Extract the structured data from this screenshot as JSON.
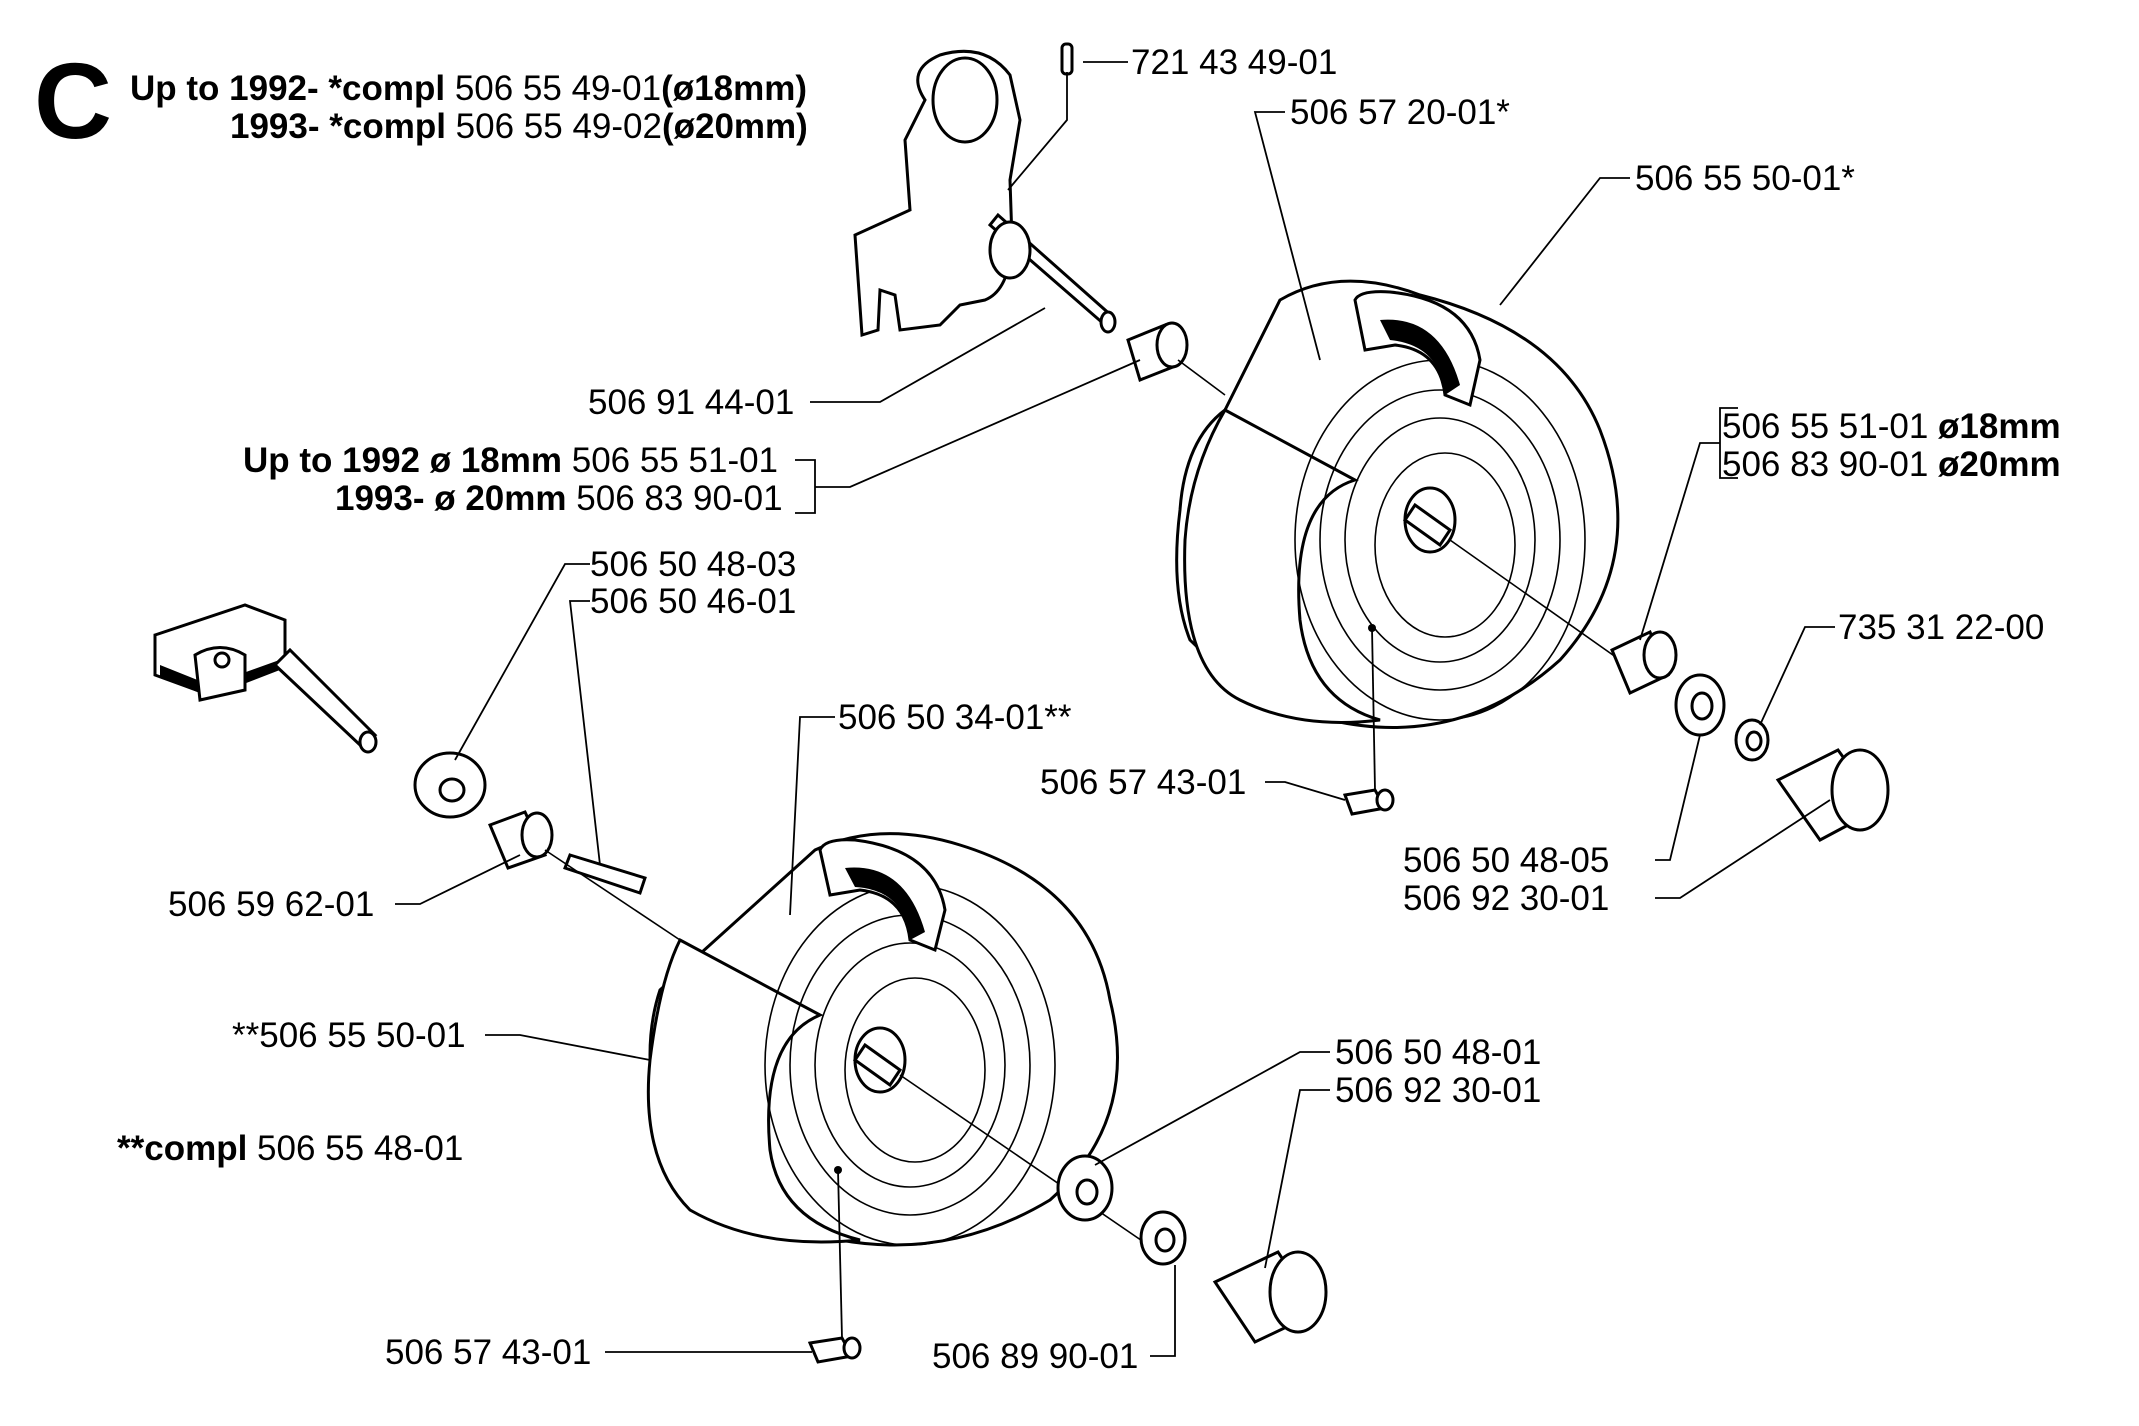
{
  "section_letter": "C",
  "header": {
    "line1": {
      "prefix": "Up to 1992- *compl",
      "part": "506 55 49-01",
      "suffix": "(ø18mm)"
    },
    "line2": {
      "prefix": "1993- *compl",
      "part": "506 55 49-02",
      "suffix": "(ø20mm)"
    }
  },
  "labels": {
    "p7214349": "721 43 49-01",
    "p5065720": "506 57 20-01*",
    "p5065550_star": "506 55 50-01*",
    "p5069144": "506 91 44-01",
    "bush_a_prefix": "Up to 1992 ø 18mm",
    "bush_a_part": "506 55 51-01",
    "bush_b_prefix": "1993- ø 20mm",
    "bush_b_part": "506 83 90-01",
    "right_bush_a_part": "506 55 51-01",
    "right_bush_a_size": "ø18mm",
    "right_bush_b_part": "506 83 90-01",
    "right_bush_b_size": "ø20mm",
    "p5065048_03": "506 50 48-03",
    "p5065046": "506 50 46-01",
    "p7353122": "735 31 22-00",
    "p5065034": "506 50 34-01**",
    "p5065743_upper": "506 57 43-01",
    "p5065048_05": "506 50 48-05",
    "p5069230_upper": "506 92 30-01",
    "p5065962": "506 59 62-01",
    "p5065550_dstar": "**506 55 50-01",
    "p5065048_01": "506 50 48-01",
    "p5069230_lower": "506 92 30-01",
    "compl_prefix": "**compl",
    "compl_part": "506 55 48-01",
    "p5065743_lower": "506 57 43-01",
    "p5068990": "506 89 90-01"
  }
}
